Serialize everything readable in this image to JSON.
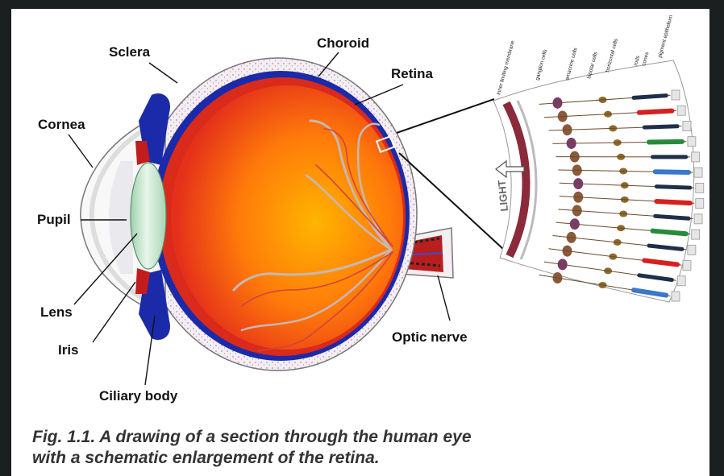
{
  "labels": {
    "sclera": "Sclera",
    "choroid": "Choroid",
    "retina": "Retina",
    "cornea": "Cornea",
    "pupil": "Pupil",
    "lens": "Lens",
    "iris": "Iris",
    "ciliary_body": "Ciliary body",
    "optic_nerve": "Optic nerve"
  },
  "retina_inset": {
    "light": "LIGHT",
    "layers": [
      "inner limiting membrane",
      "ganglion cells",
      "amacrine cells",
      "bipolar cells",
      "horizontal cells",
      "rods",
      "cones",
      "pigment epithelium"
    ]
  },
  "caption": {
    "line1": "Fig. 1.1. A drawing of a section through the human eye",
    "line2": "with a schematic enlargement of the retina."
  },
  "colors": {
    "vitreous_inner": "#ffb000",
    "vitreous_outer": "#e8301a",
    "choroid": "#1a2aa8",
    "sclera": "#f3eef2",
    "lens": "#cfe9d4",
    "optic_nerve": "#b81e1e"
  }
}
